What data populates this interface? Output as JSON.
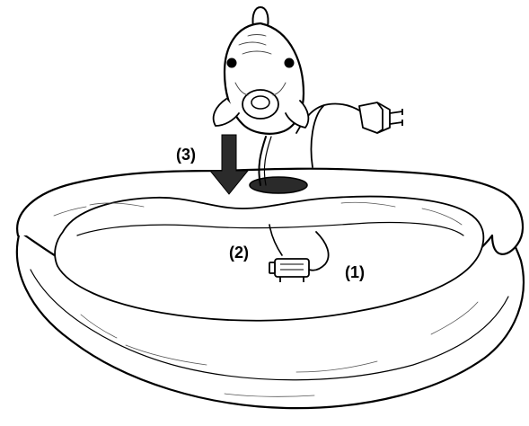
{
  "figure": {
    "callouts": [
      {
        "id": "cord",
        "label": "(1)"
      },
      {
        "id": "tube",
        "label": "(2)"
      },
      {
        "id": "insert",
        "label": "(3)"
      }
    ]
  },
  "colors": {
    "ink": "#000000",
    "paper": "#ffffff",
    "arrow": "#2b2b2b"
  },
  "icons": {
    "fish": "fish-spout-icon",
    "plug": "power-plug-icon",
    "pump": "pump-icon",
    "arrow": "down-arrow-icon"
  }
}
